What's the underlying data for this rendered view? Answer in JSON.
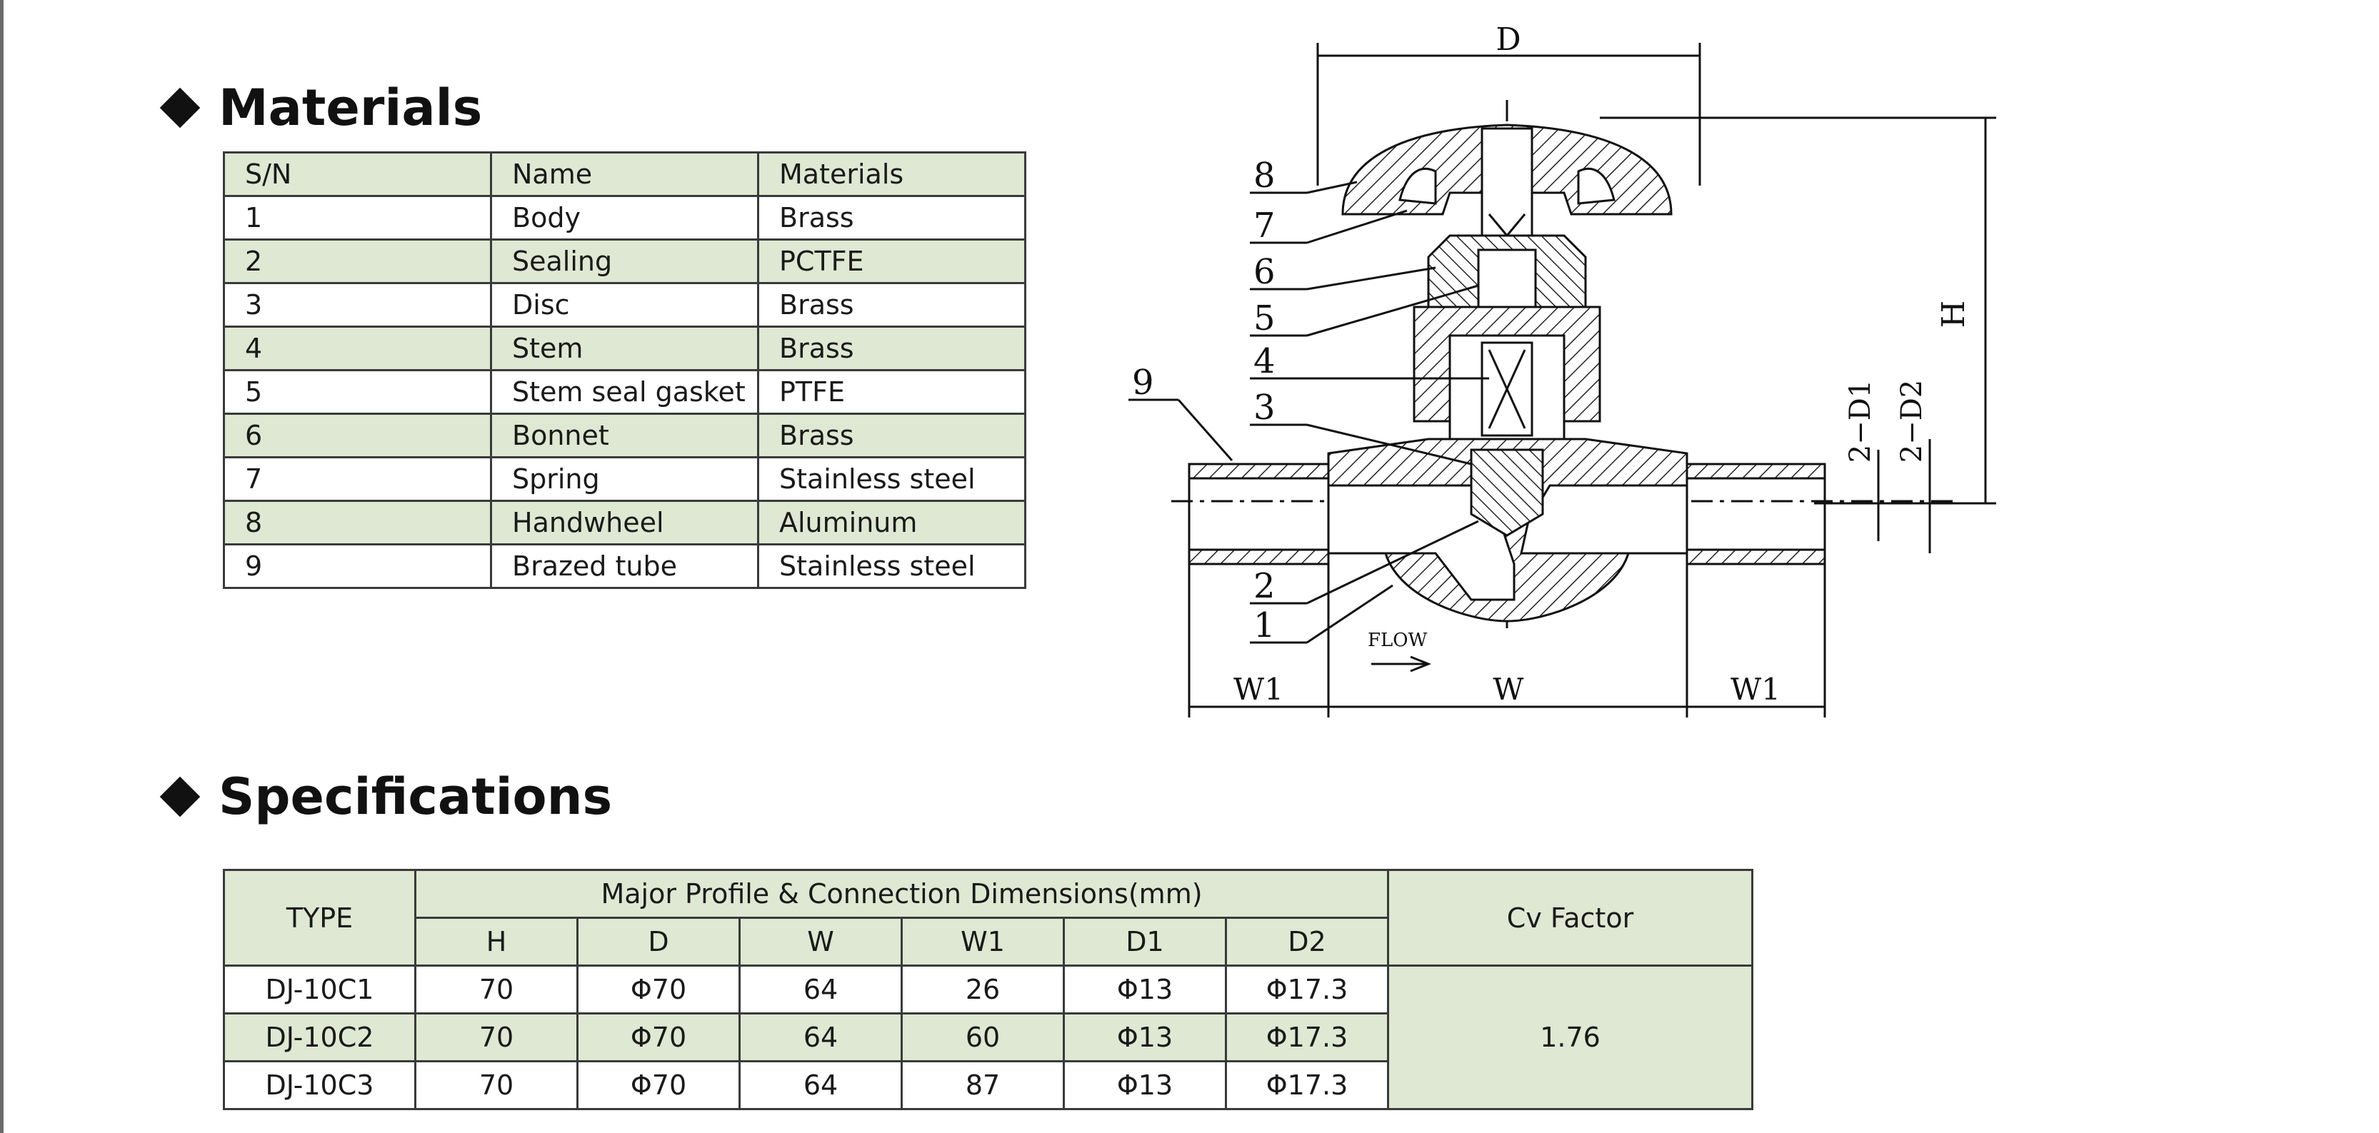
{
  "materials": {
    "title": "Materials",
    "headers": [
      "S/N",
      "Name",
      "Materials"
    ],
    "rows": [
      [
        "1",
        "Body",
        "Brass"
      ],
      [
        "2",
        "Sealing",
        "PCTFE"
      ],
      [
        "3",
        "Disc",
        "Brass"
      ],
      [
        "4",
        "Stem",
        "Brass"
      ],
      [
        "5",
        "Stem seal gasket",
        "PTFE"
      ],
      [
        "6",
        "Bonnet",
        "Brass"
      ],
      [
        "7",
        "Spring",
        "Stainless steel"
      ],
      [
        "8",
        "Handwheel",
        "Aluminum"
      ],
      [
        "9",
        "Brazed tube",
        "Stainless steel"
      ]
    ]
  },
  "specifications": {
    "title": "Specifications",
    "type_header": "TYPE",
    "group_header": "Major Profile & Connection Dimensions(mm)",
    "dim_headers": [
      "H",
      "D",
      "W",
      "W1",
      "D1",
      "D2"
    ],
    "cv_header": "Cv Factor",
    "cv_value": "1.76",
    "rows": [
      [
        "DJ-10C1",
        "70",
        "Φ70",
        "64",
        "26",
        "Φ13",
        "Φ17.3"
      ],
      [
        "DJ-10C2",
        "70",
        "Φ70",
        "64",
        "60",
        "Φ13",
        "Φ17.3"
      ],
      [
        "DJ-10C3",
        "70",
        "Φ70",
        "64",
        "87",
        "Φ13",
        "Φ17.3"
      ]
    ]
  },
  "drawing": {
    "dim_labels": {
      "D": "D",
      "H": "H",
      "W": "W",
      "W1_left": "W1",
      "W1_right": "W1",
      "D1": "2−D1",
      "D2": "2−D2",
      "flow": "FLOW"
    },
    "part_numbers": [
      "8",
      "7",
      "6",
      "5",
      "4",
      "3",
      "9",
      "2",
      "1"
    ]
  }
}
